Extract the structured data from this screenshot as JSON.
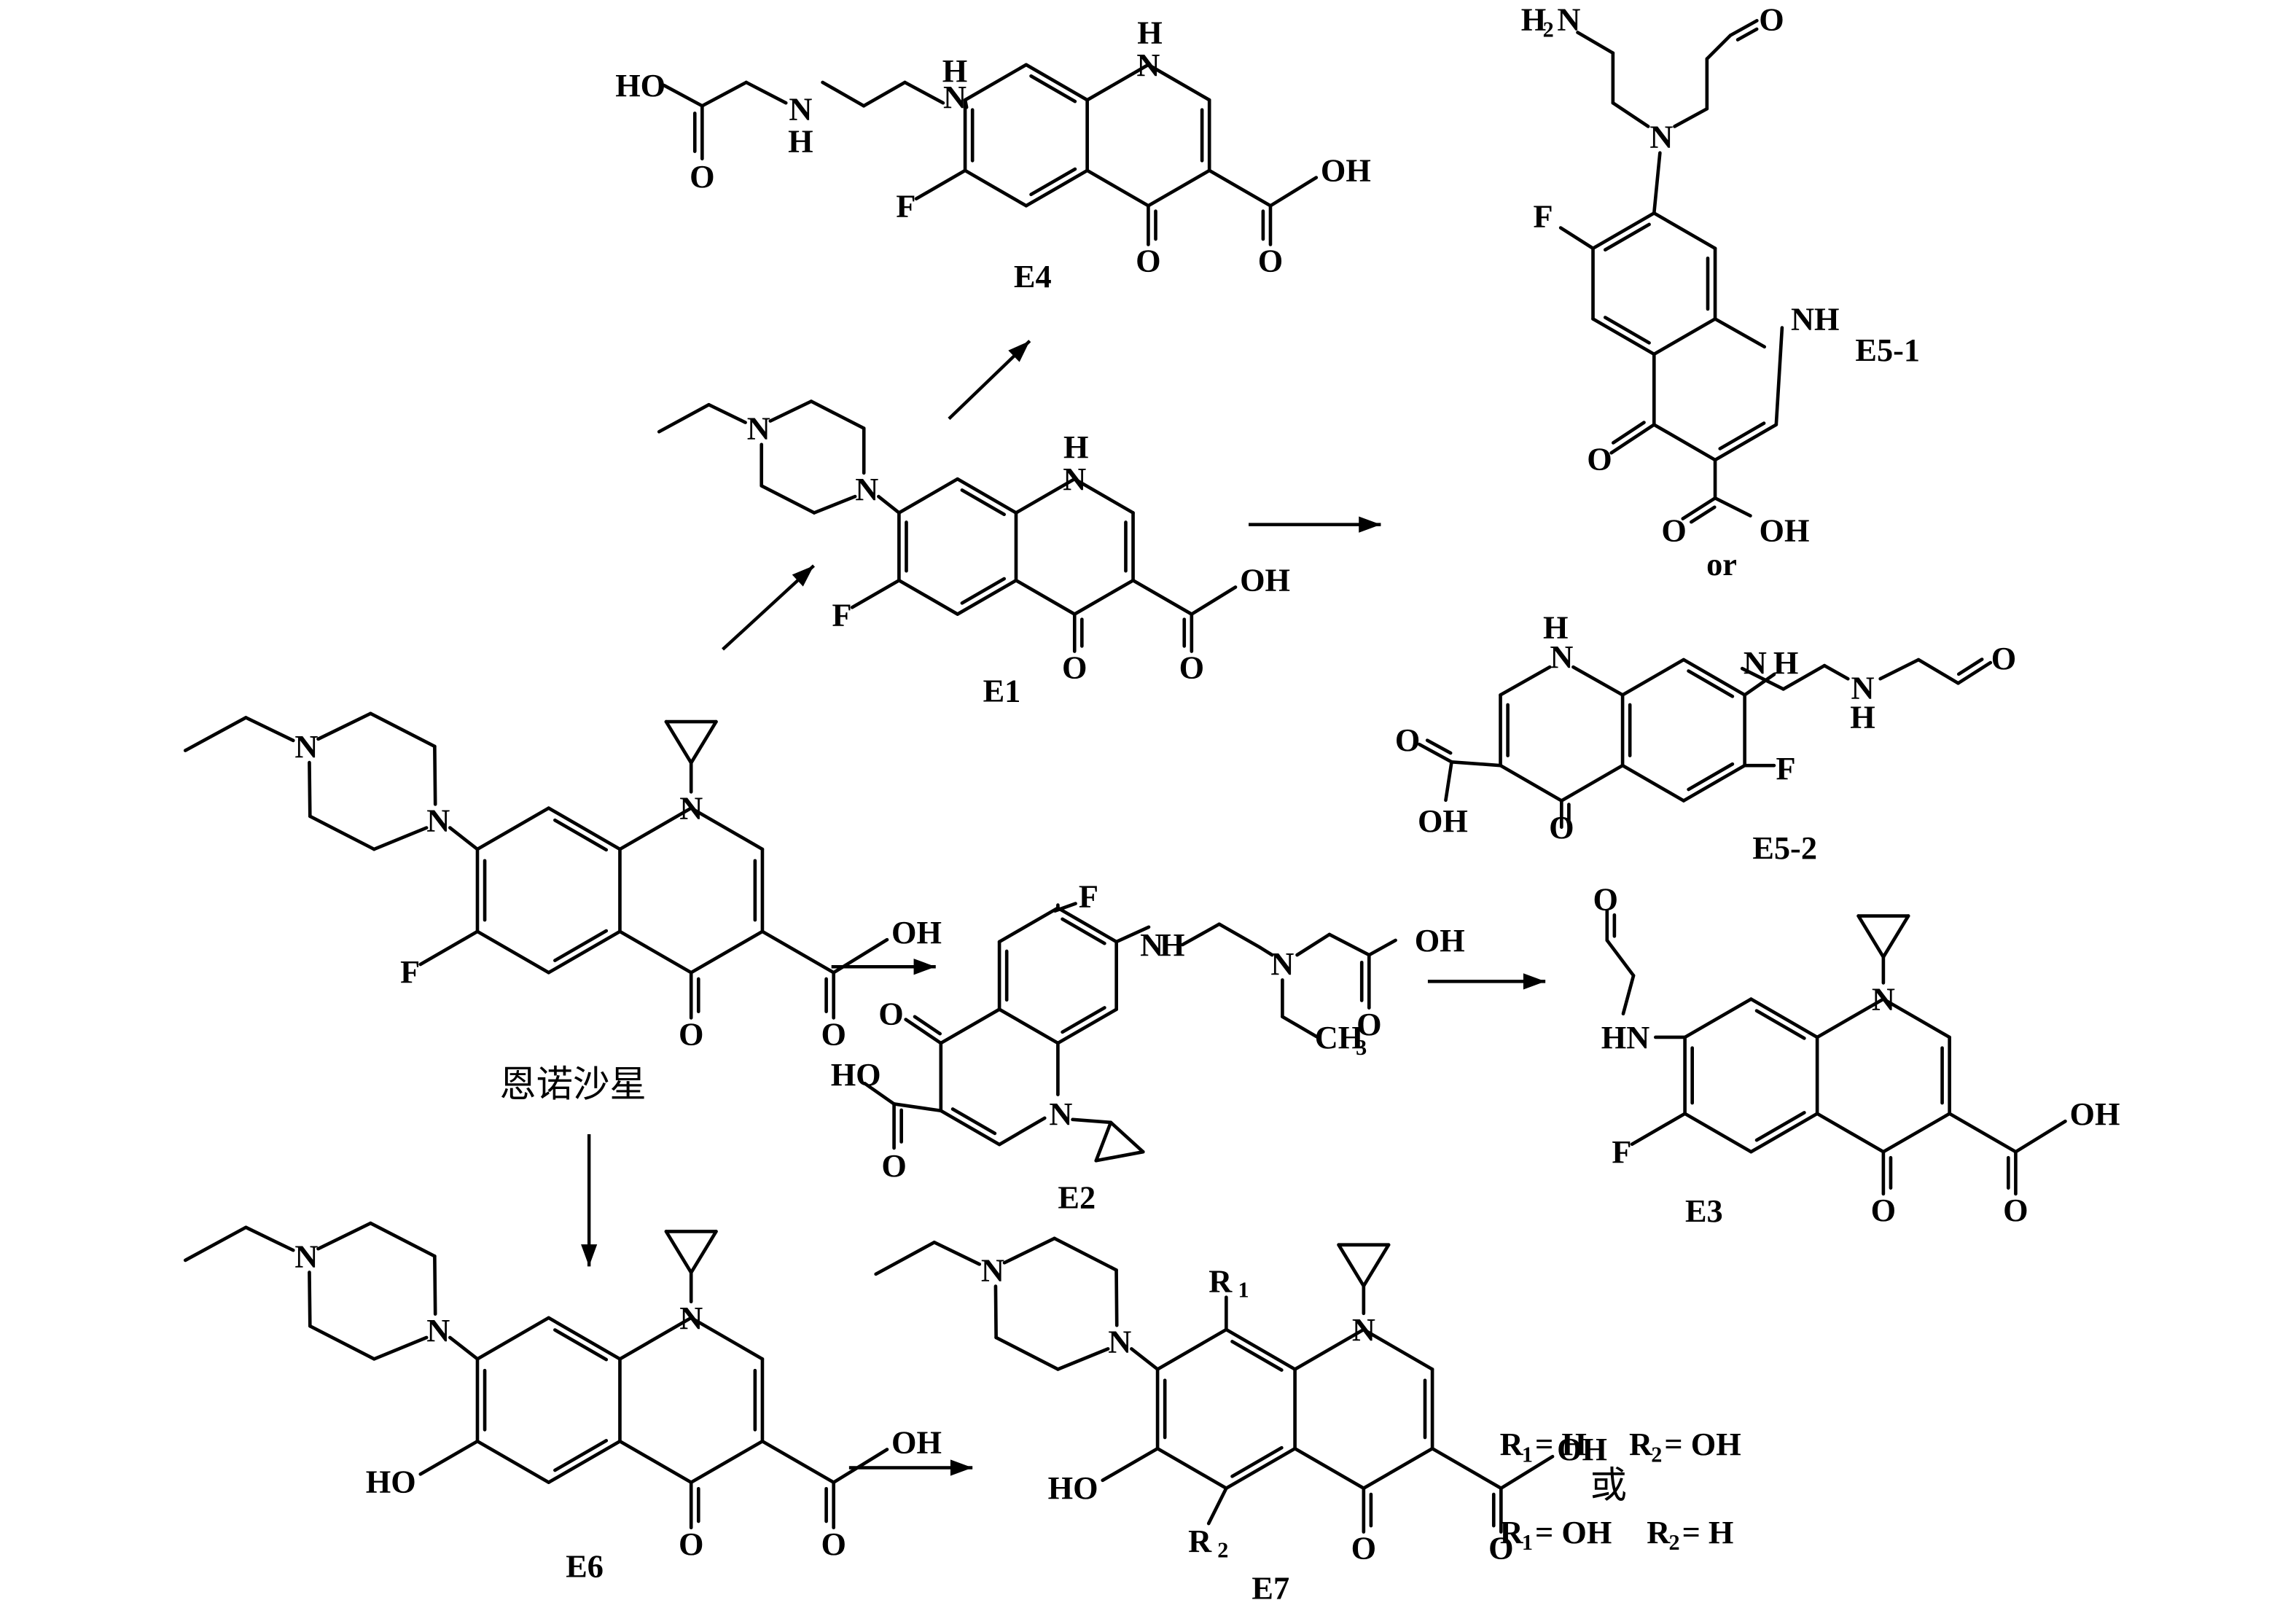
{
  "compounds": {
    "parent": {
      "name": "恩诺沙星"
    },
    "E1": {
      "label": "E1"
    },
    "E2": {
      "label": "E2"
    },
    "E3": {
      "label": "E3"
    },
    "E4": {
      "label": "E4"
    },
    "E5_1": {
      "label": "E5-1"
    },
    "E5_2": {
      "label": "E5-2"
    },
    "E6": {
      "label": "E6"
    },
    "E7": {
      "label": "E7"
    }
  },
  "connector_or": "or",
  "connector_huo": "或",
  "r_option_1": {
    "r1": "R",
    "r1_eq": " = H",
    "r2": "R",
    "r2_eq": " = OH"
  },
  "r_option_2": {
    "r1": "R",
    "r1_eq": " = OH",
    "r2": "R",
    "r2_eq": " = H"
  },
  "atoms": {
    "N": "N",
    "NH": "NH",
    "H": "H",
    "HN": "HN",
    "H2N_H": "H",
    "H2N_N": "N",
    "two": "2",
    "F": "F",
    "O": "O",
    "OH": "OH",
    "HO": "HO",
    "CH3_CH": "CH",
    "three": "3",
    "R": "R",
    "one": "1",
    "sub2": "2"
  }
}
